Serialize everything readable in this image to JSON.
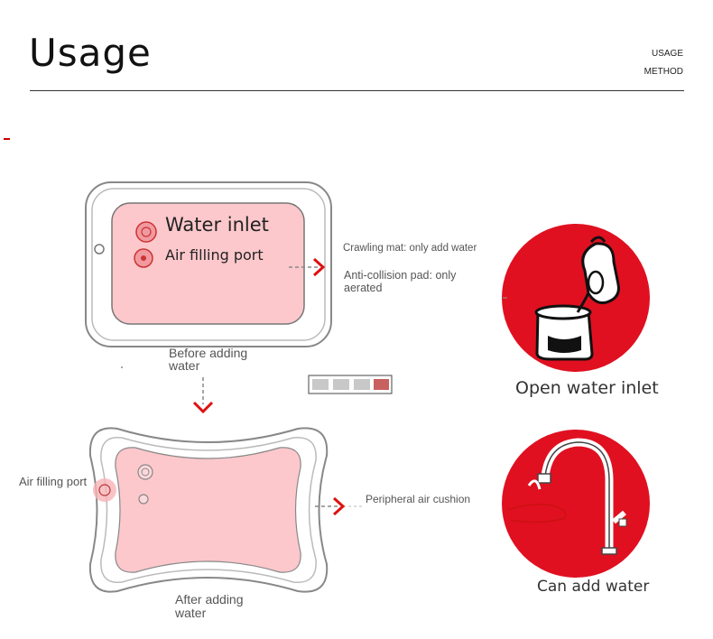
{
  "header": {
    "title": "Usage",
    "subtitle_line1": "USAGE",
    "subtitle_line2": "METHOD"
  },
  "top_mat": {
    "water_inlet": "Water inlet",
    "air_port": "Air filling port",
    "caption": "Before adding water",
    "callout_line1": "Crawling mat: only add water",
    "callout_line2": "Anti-collision pad: only aerated"
  },
  "bottom_mat": {
    "air_port": "Air filling port",
    "caption": "After adding water",
    "callout": "Peripheral air cushion"
  },
  "steps": [
    {
      "label": "Open water inlet",
      "icon": "water-inlet-cup-icon"
    },
    {
      "label": "Can add water",
      "icon": "faucet-icon"
    }
  ],
  "colors": {
    "accent_red": "#e01020",
    "mat_pink": "#fcc8cc",
    "swatches": [
      "#c8c8c8",
      "#c8c8c8",
      "#c8c8c8",
      "#c86060"
    ]
  }
}
